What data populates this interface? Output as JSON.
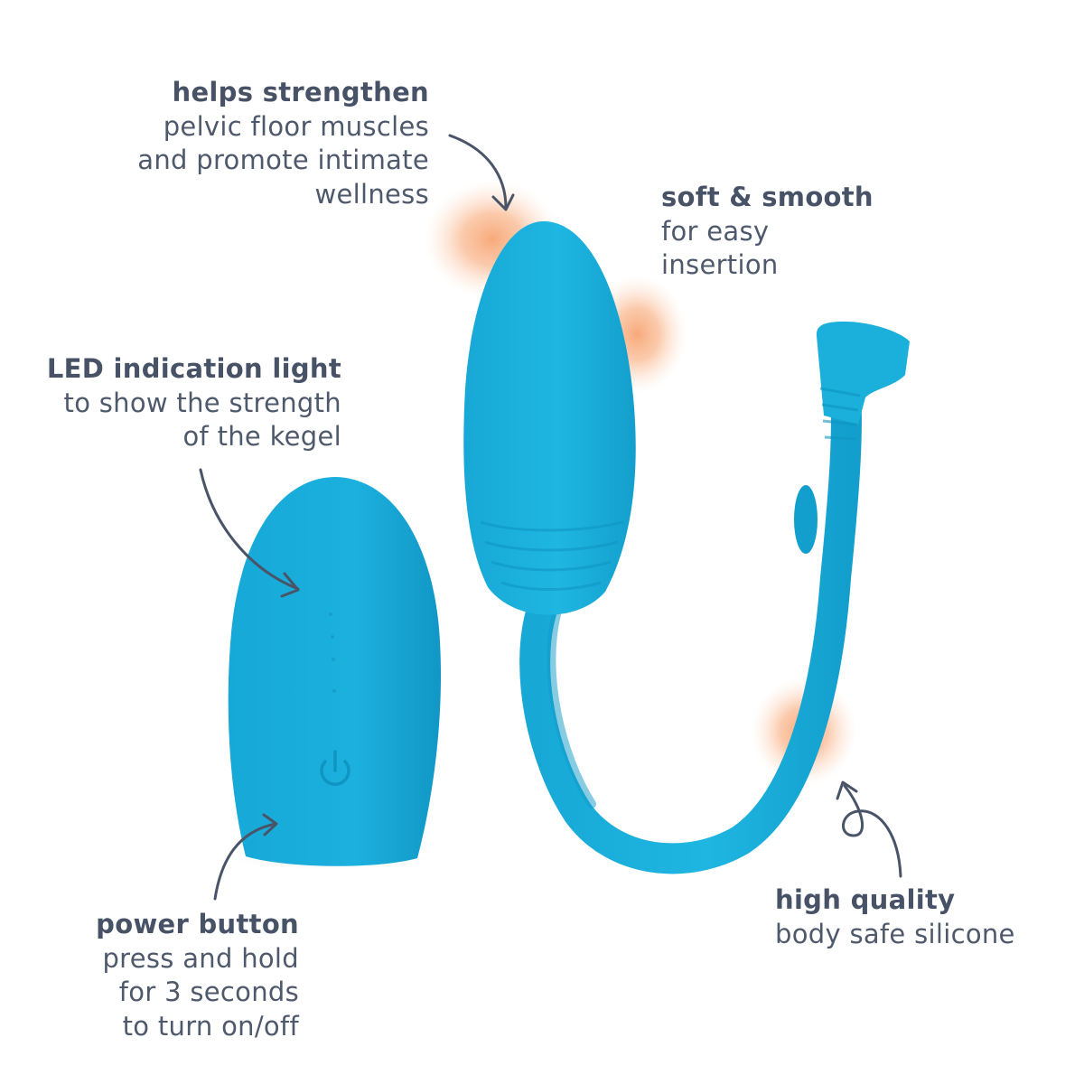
{
  "colors": {
    "product": "#1bb0dc",
    "product_shadow": "#0e97c4",
    "text": "#4a5468",
    "glow": "#f7a573",
    "arrow": "#4a5468"
  },
  "product": {
    "kegel_ball": "kegel-ball",
    "remote": "remote-control",
    "power_icon": "power-icon"
  },
  "callouts": {
    "strengthen": {
      "heading": "helps strengthen",
      "lines": [
        "pelvic floor muscles",
        "and promote intimate",
        "wellness"
      ]
    },
    "soft": {
      "heading": "soft & smooth",
      "lines": [
        "for easy",
        "insertion"
      ]
    },
    "led": {
      "heading": "LED indication light",
      "lines": [
        "to show the strength",
        "of the kegel"
      ]
    },
    "power": {
      "heading": "power button",
      "lines": [
        "press and hold",
        "for 3 seconds",
        "to turn on/off"
      ]
    },
    "quality": {
      "heading": "high quality",
      "lines": [
        "body safe silicone"
      ]
    }
  }
}
